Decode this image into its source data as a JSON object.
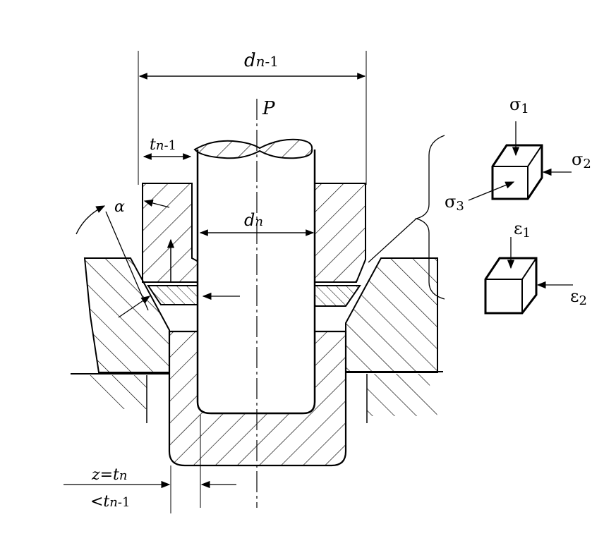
{
  "labels": {
    "top_d_main": "d",
    "top_d_sub": "n",
    "top_d_tail": "-1",
    "force": "P",
    "t_main": "t",
    "t_sub": "n",
    "t_tail": "-1",
    "alpha": "α",
    "dn_main": "d",
    "dn_sub": "n",
    "z_line1_main": "z=t",
    "z_line1_sub": "n",
    "z_line2_main": "<t",
    "z_line2_sub": "n",
    "z_line2_tail": "-1"
  },
  "stress_state": {
    "sigma1": "σ",
    "sigma1_sub": "1",
    "sigma2": "σ",
    "sigma2_sub": "2",
    "sigma3": "σ",
    "sigma3_sub": "3"
  },
  "strain_state": {
    "eps1": "ε",
    "eps1_sub": "1",
    "eps2": "ε",
    "eps2_sub": "2"
  }
}
